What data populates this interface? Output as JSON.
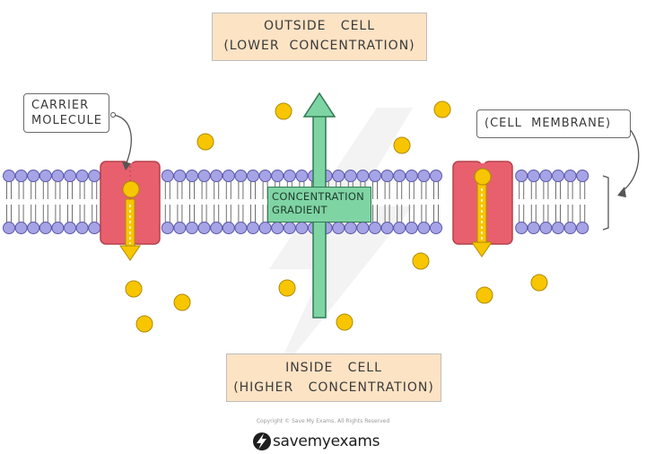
{
  "outside_box": {
    "line1": "OUTSIDE   CELL",
    "line2": "(LOWER  CONCENTRATION)"
  },
  "inside_box": {
    "line1": "INSIDE   CELL",
    "line2": "(HIGHER   CONCENTRATION)"
  },
  "carrier_tag": {
    "line1": "CARRIER",
    "line2": "MOLECULE"
  },
  "membrane_tag": {
    "label": "(CELL  MEMBRANE)"
  },
  "gradient_label": {
    "line1": "CONCENTRATION",
    "line2": "GRADIENT"
  },
  "footer": {
    "copyright": "Copyright © Save My Exams. All Rights Reserved",
    "brand": "savemyexams"
  },
  "colors": {
    "molecule": "#f7c600",
    "phospholipid_head": "#a6a3e6",
    "carrier_protein": "#e8606e",
    "gradient_arrow": "#7fd4a4",
    "label_fill": "#fce3c4"
  }
}
